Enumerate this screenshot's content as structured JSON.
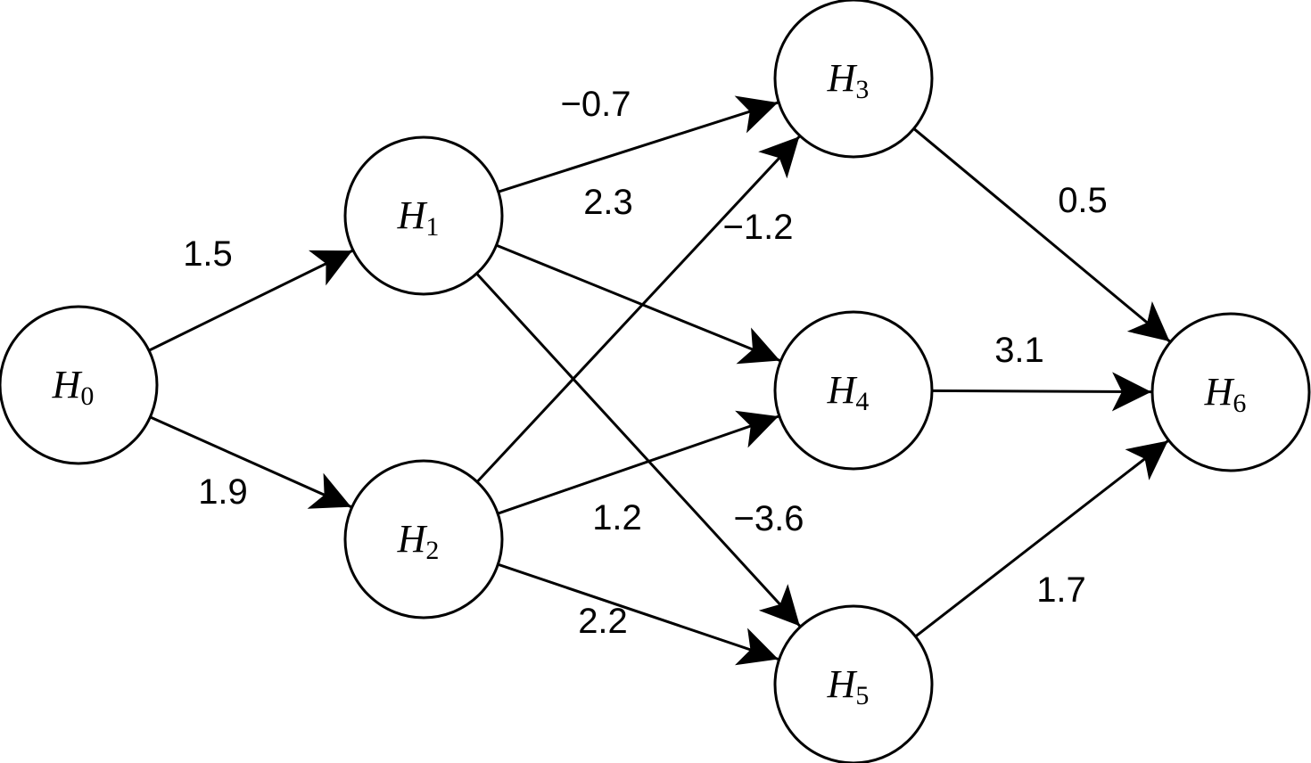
{
  "nodes": [
    {
      "id": "H0",
      "letter": "H",
      "sub": "0"
    },
    {
      "id": "H1",
      "letter": "H",
      "sub": "1"
    },
    {
      "id": "H2",
      "letter": "H",
      "sub": "2"
    },
    {
      "id": "H3",
      "letter": "H",
      "sub": "3"
    },
    {
      "id": "H4",
      "letter": "H",
      "sub": "4"
    },
    {
      "id": "H5",
      "letter": "H",
      "sub": "5"
    },
    {
      "id": "H6",
      "letter": "H",
      "sub": "6"
    }
  ],
  "edges": [
    {
      "from": "H0",
      "to": "H1",
      "weight": "1.5"
    },
    {
      "from": "H0",
      "to": "H2",
      "weight": "1.9"
    },
    {
      "from": "H1",
      "to": "H3",
      "weight": "−0.7"
    },
    {
      "from": "H1",
      "to": "H4",
      "weight": "2.3"
    },
    {
      "from": "H1",
      "to": "H5",
      "weight": "−3.6"
    },
    {
      "from": "H2",
      "to": "H3",
      "weight": "−1.2"
    },
    {
      "from": "H2",
      "to": "H4",
      "weight": "1.2"
    },
    {
      "from": "H2",
      "to": "H5",
      "weight": "2.2"
    },
    {
      "from": "H3",
      "to": "H6",
      "weight": "0.5"
    },
    {
      "from": "H4",
      "to": "H6",
      "weight": "3.1"
    },
    {
      "from": "H5",
      "to": "H6",
      "weight": "1.7"
    }
  ]
}
